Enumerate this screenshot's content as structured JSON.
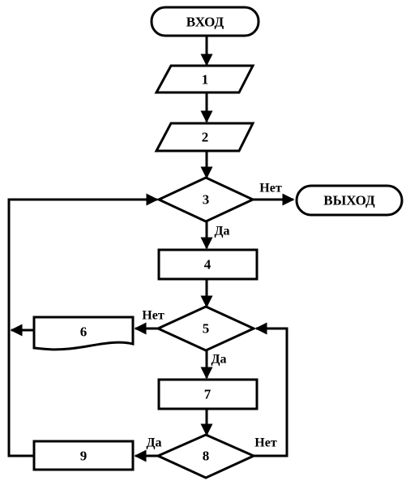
{
  "diagram": {
    "start_label": "ВХОД",
    "end_label": "ВЫХОД",
    "nodes": {
      "n1": "1",
      "n2": "2",
      "n3": "3",
      "n4": "4",
      "n5": "5",
      "n6": "6",
      "n7": "7",
      "n8": "8",
      "n9": "9"
    },
    "branches": {
      "n3_no": "Нет",
      "n3_yes": "Да",
      "n5_no": "Нет",
      "n5_yes": "Да",
      "n8_yes": "Да",
      "n8_no": "Нет"
    }
  }
}
